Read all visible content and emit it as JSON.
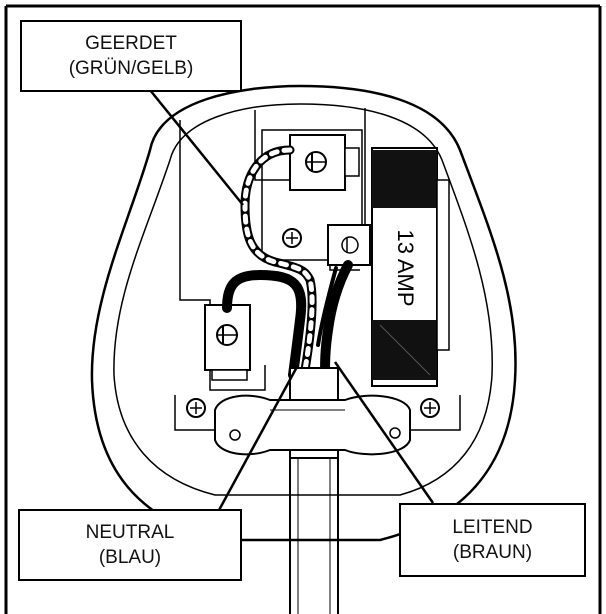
{
  "labels": {
    "earth": {
      "line1": "GEERDET",
      "line2": "(GRÜN/GELB)"
    },
    "neutral": {
      "line1": "NEUTRAL",
      "line2": "(BLAU)"
    },
    "live": {
      "line1": "LEITEND",
      "line2": "(BRAUN)"
    }
  },
  "fuse": {
    "rating": "13 AMP"
  },
  "colors": {
    "line": "#000000",
    "background": "#ffffff",
    "fuse_body": "#111111"
  }
}
